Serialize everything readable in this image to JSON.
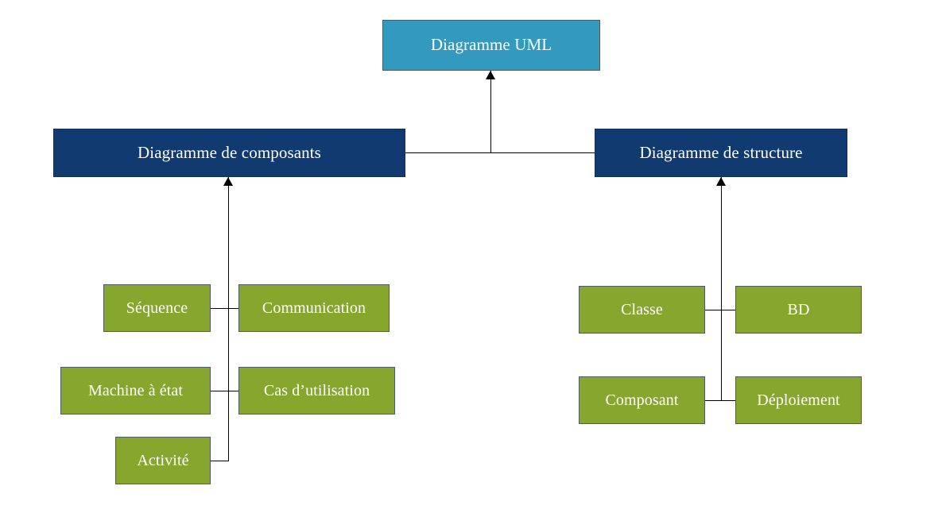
{
  "diagram": {
    "title": "Diagramme UML",
    "language": "fr",
    "colors": {
      "root": "#3399BF",
      "branch": "#103A70",
      "leaf": "#86A62E",
      "border": "#4A5A66",
      "edge": "#000000",
      "text": "#FFFFFF",
      "background": "#FFFFFF"
    },
    "root": {
      "label": "Diagramme UML"
    },
    "branches": [
      {
        "id": "composants",
        "label": "Diagramme de composants",
        "children": [
          {
            "id": "sequence",
            "label": "Séquence"
          },
          {
            "id": "communication",
            "label": "Communication"
          },
          {
            "id": "machine-a-etat",
            "label": "Machine à état"
          },
          {
            "id": "cas-d-utilisation",
            "label": "Cas d’utilisation"
          },
          {
            "id": "activite",
            "label": "Activité"
          }
        ]
      },
      {
        "id": "structure",
        "label": "Diagramme de structure",
        "children": [
          {
            "id": "classe",
            "label": "Classe"
          },
          {
            "id": "bd",
            "label": "BD"
          },
          {
            "id": "composant",
            "label": "Composant"
          },
          {
            "id": "deploiement",
            "label": "Déploiement"
          }
        ]
      }
    ]
  }
}
